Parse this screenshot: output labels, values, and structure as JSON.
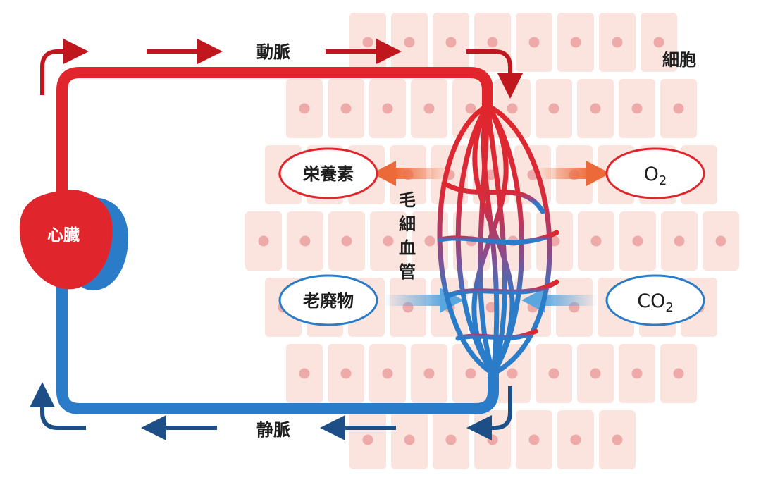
{
  "labels": {
    "artery": "動脈",
    "vein": "静脈",
    "cells": "細胞",
    "heart": "心臓",
    "capillary": "毛細血管",
    "nutrients": "栄養素",
    "waste": "老廃物",
    "oxygen": "O",
    "oxygen_sub": "2",
    "co2": "CO",
    "co2_sub": "2"
  },
  "colors": {
    "artery": "#e0262c",
    "artery_dark": "#c0171f",
    "vein": "#2b7cc8",
    "vein_dark": "#1d4f86",
    "cell_fill": "#fbe4dd",
    "nucleus": "#eeaaa8",
    "nutrient_arrow": "#ec6a3a",
    "waste_arrow": "#5aa7e0"
  },
  "icons": {
    "heart": "heart-icon",
    "flow_arrow": "flow-arrow-icon"
  }
}
